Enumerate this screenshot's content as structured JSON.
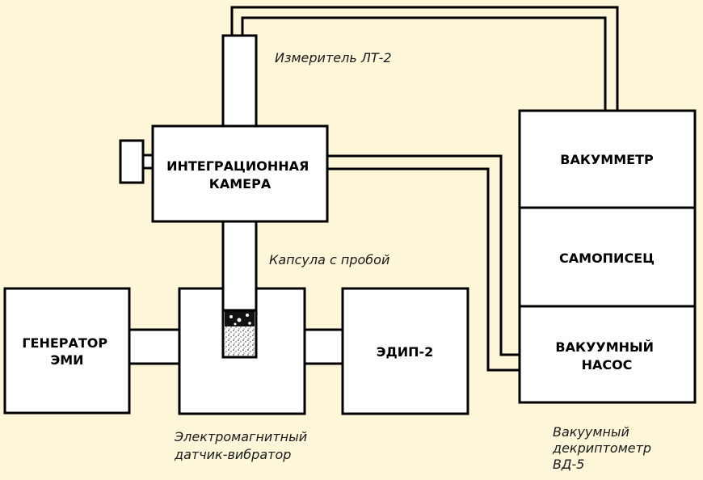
{
  "colors": {
    "background": "#fdf6d8",
    "box_fill": "#ffffff",
    "outline": "#000000"
  },
  "boxes": {
    "integration_chamber": [
      "ИНТЕГРАЦИОННАЯ",
      "КАМЕРА"
    ],
    "vacuum_meter": [
      "ВАКУММЕТР"
    ],
    "recorder": [
      "САМОПИСЕЦ"
    ],
    "vacuum_pump": [
      "ВАКУУМНЫЙ",
      "НАСОС"
    ],
    "emi_generator": [
      "ГЕНЕРАТОР",
      "ЭМИ"
    ],
    "edip": [
      "ЭДИП-2"
    ]
  },
  "labels": {
    "meter_lt2": "Измеритель ЛТ-2",
    "capsule": "Капсула с пробой",
    "sensor": [
      "Электромагнитный",
      "датчик-вибратор"
    ],
    "decrepitometer": [
      "Вакуумный",
      "декриптометр",
      "ВД-5"
    ]
  }
}
